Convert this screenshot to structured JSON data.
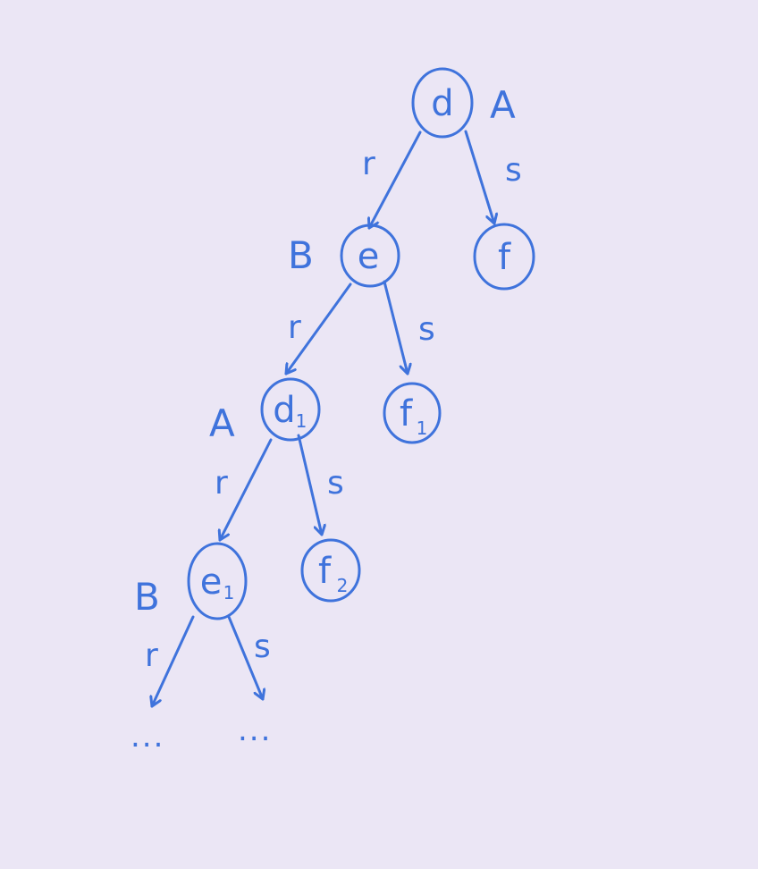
{
  "colors": {
    "ink": "#3f73dc",
    "background": "#ebe6f5"
  },
  "nodes": [
    {
      "id": "d",
      "letter": "d",
      "sub": "",
      "side_label": "A"
    },
    {
      "id": "e",
      "letter": "e",
      "sub": "",
      "side_label": "B"
    },
    {
      "id": "f",
      "letter": "f",
      "sub": "",
      "side_label": ""
    },
    {
      "id": "d1",
      "letter": "d",
      "sub": "1",
      "side_label": "A"
    },
    {
      "id": "f1",
      "letter": "f",
      "sub": "1",
      "side_label": ""
    },
    {
      "id": "e1",
      "letter": "e",
      "sub": "1",
      "side_label": "B"
    },
    {
      "id": "f2",
      "letter": "f",
      "sub": "2",
      "side_label": ""
    }
  ],
  "edges": [
    {
      "from": "d",
      "to": "e",
      "label": "r"
    },
    {
      "from": "d",
      "to": "f",
      "label": "s"
    },
    {
      "from": "e",
      "to": "d1",
      "label": "r"
    },
    {
      "from": "e",
      "to": "f1",
      "label": "s"
    },
    {
      "from": "d1",
      "to": "e1",
      "label": "r"
    },
    {
      "from": "d1",
      "to": "f2",
      "label": "s"
    },
    {
      "from": "e1",
      "to": "more1",
      "label": "r"
    },
    {
      "from": "e1",
      "to": "more2",
      "label": "s"
    }
  ],
  "ellipses": [
    "...",
    "..."
  ]
}
